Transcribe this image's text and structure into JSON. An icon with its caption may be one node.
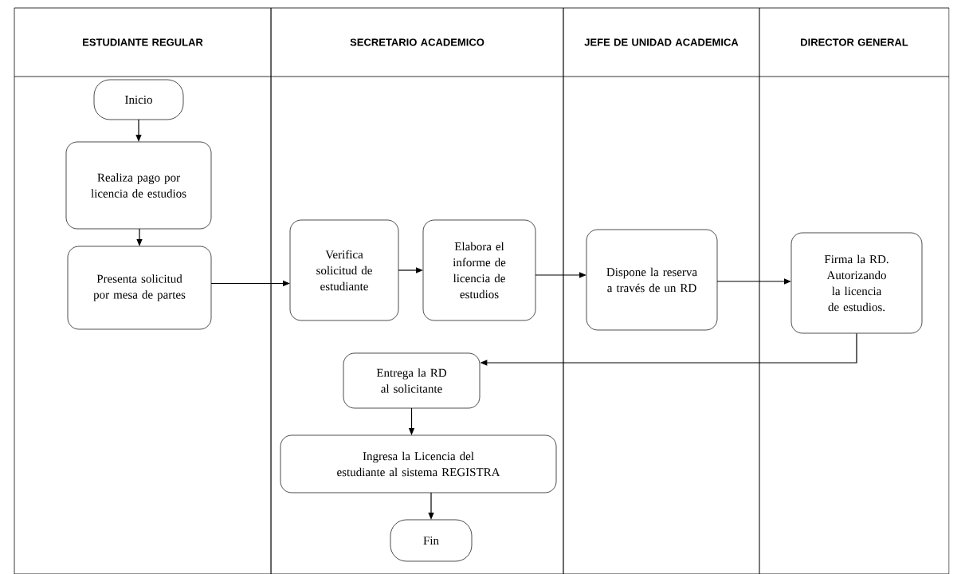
{
  "diagram": {
    "nodes": [
      {
        "text": [
          "ESTUDIANTE REGULAR"
        ]
      },
      {
        "text": [
          "SECRETARIO ACADEMICO"
        ]
      },
      {
        "text": [
          "JEFE DE UNIDAD ACADEMICA"
        ]
      },
      {
        "text": [
          "DIRECTOR GENERAL"
        ]
      },
      {
        "text": [
          "Inicio"
        ],
        "in": 0
      },
      {
        "text": [
          "Realiza pago por licencia de estudios"
        ],
        "in": 0
      },
      {
        "text": [
          "Presenta solicitud por mesa de partes"
        ],
        "in": 0
      },
      {
        "text": [
          "Verifica solicitud de estudiante"
        ],
        "in": 1
      },
      {
        "text": [
          "Elabora el informe de licencia de estudios"
        ],
        "in": 1
      },
      {
        "text": [
          "Dispone la reserva a través de un RD"
        ],
        "in": 2
      },
      {
        "text": [
          "Firma la RD. Autorizando la licencia de estudios."
        ],
        "in": 3
      },
      {
        "text": [
          "Entrega la RD al solicitante"
        ],
        "in": 1
      },
      {
        "text": [
          "Ingresa la Licencia del estudiante al sistema REGISTRA"
        ],
        "in": 1
      },
      {
        "text": [
          "Fin"
        ],
        "in": 1
      }
    ],
    "edges": [
      {
        "from": 4,
        "to": 5,
        "arrow": "to"
      },
      {
        "from": 5,
        "to": 6,
        "arrow": "to"
      },
      {
        "from": 6,
        "to": 7,
        "arrow": "to"
      },
      {
        "from": 7,
        "to": 8,
        "arrow": "to"
      },
      {
        "from": 8,
        "to": 9,
        "arrow": "to"
      },
      {
        "from": 9,
        "to": 10,
        "arrow": "to"
      },
      {
        "from": 10,
        "to": 11,
        "arrow": "to"
      },
      {
        "from": 11,
        "to": 12,
        "arrow": "to"
      },
      {
        "from": 12,
        "to": 13,
        "arrow": "to"
      }
    ]
  }
}
